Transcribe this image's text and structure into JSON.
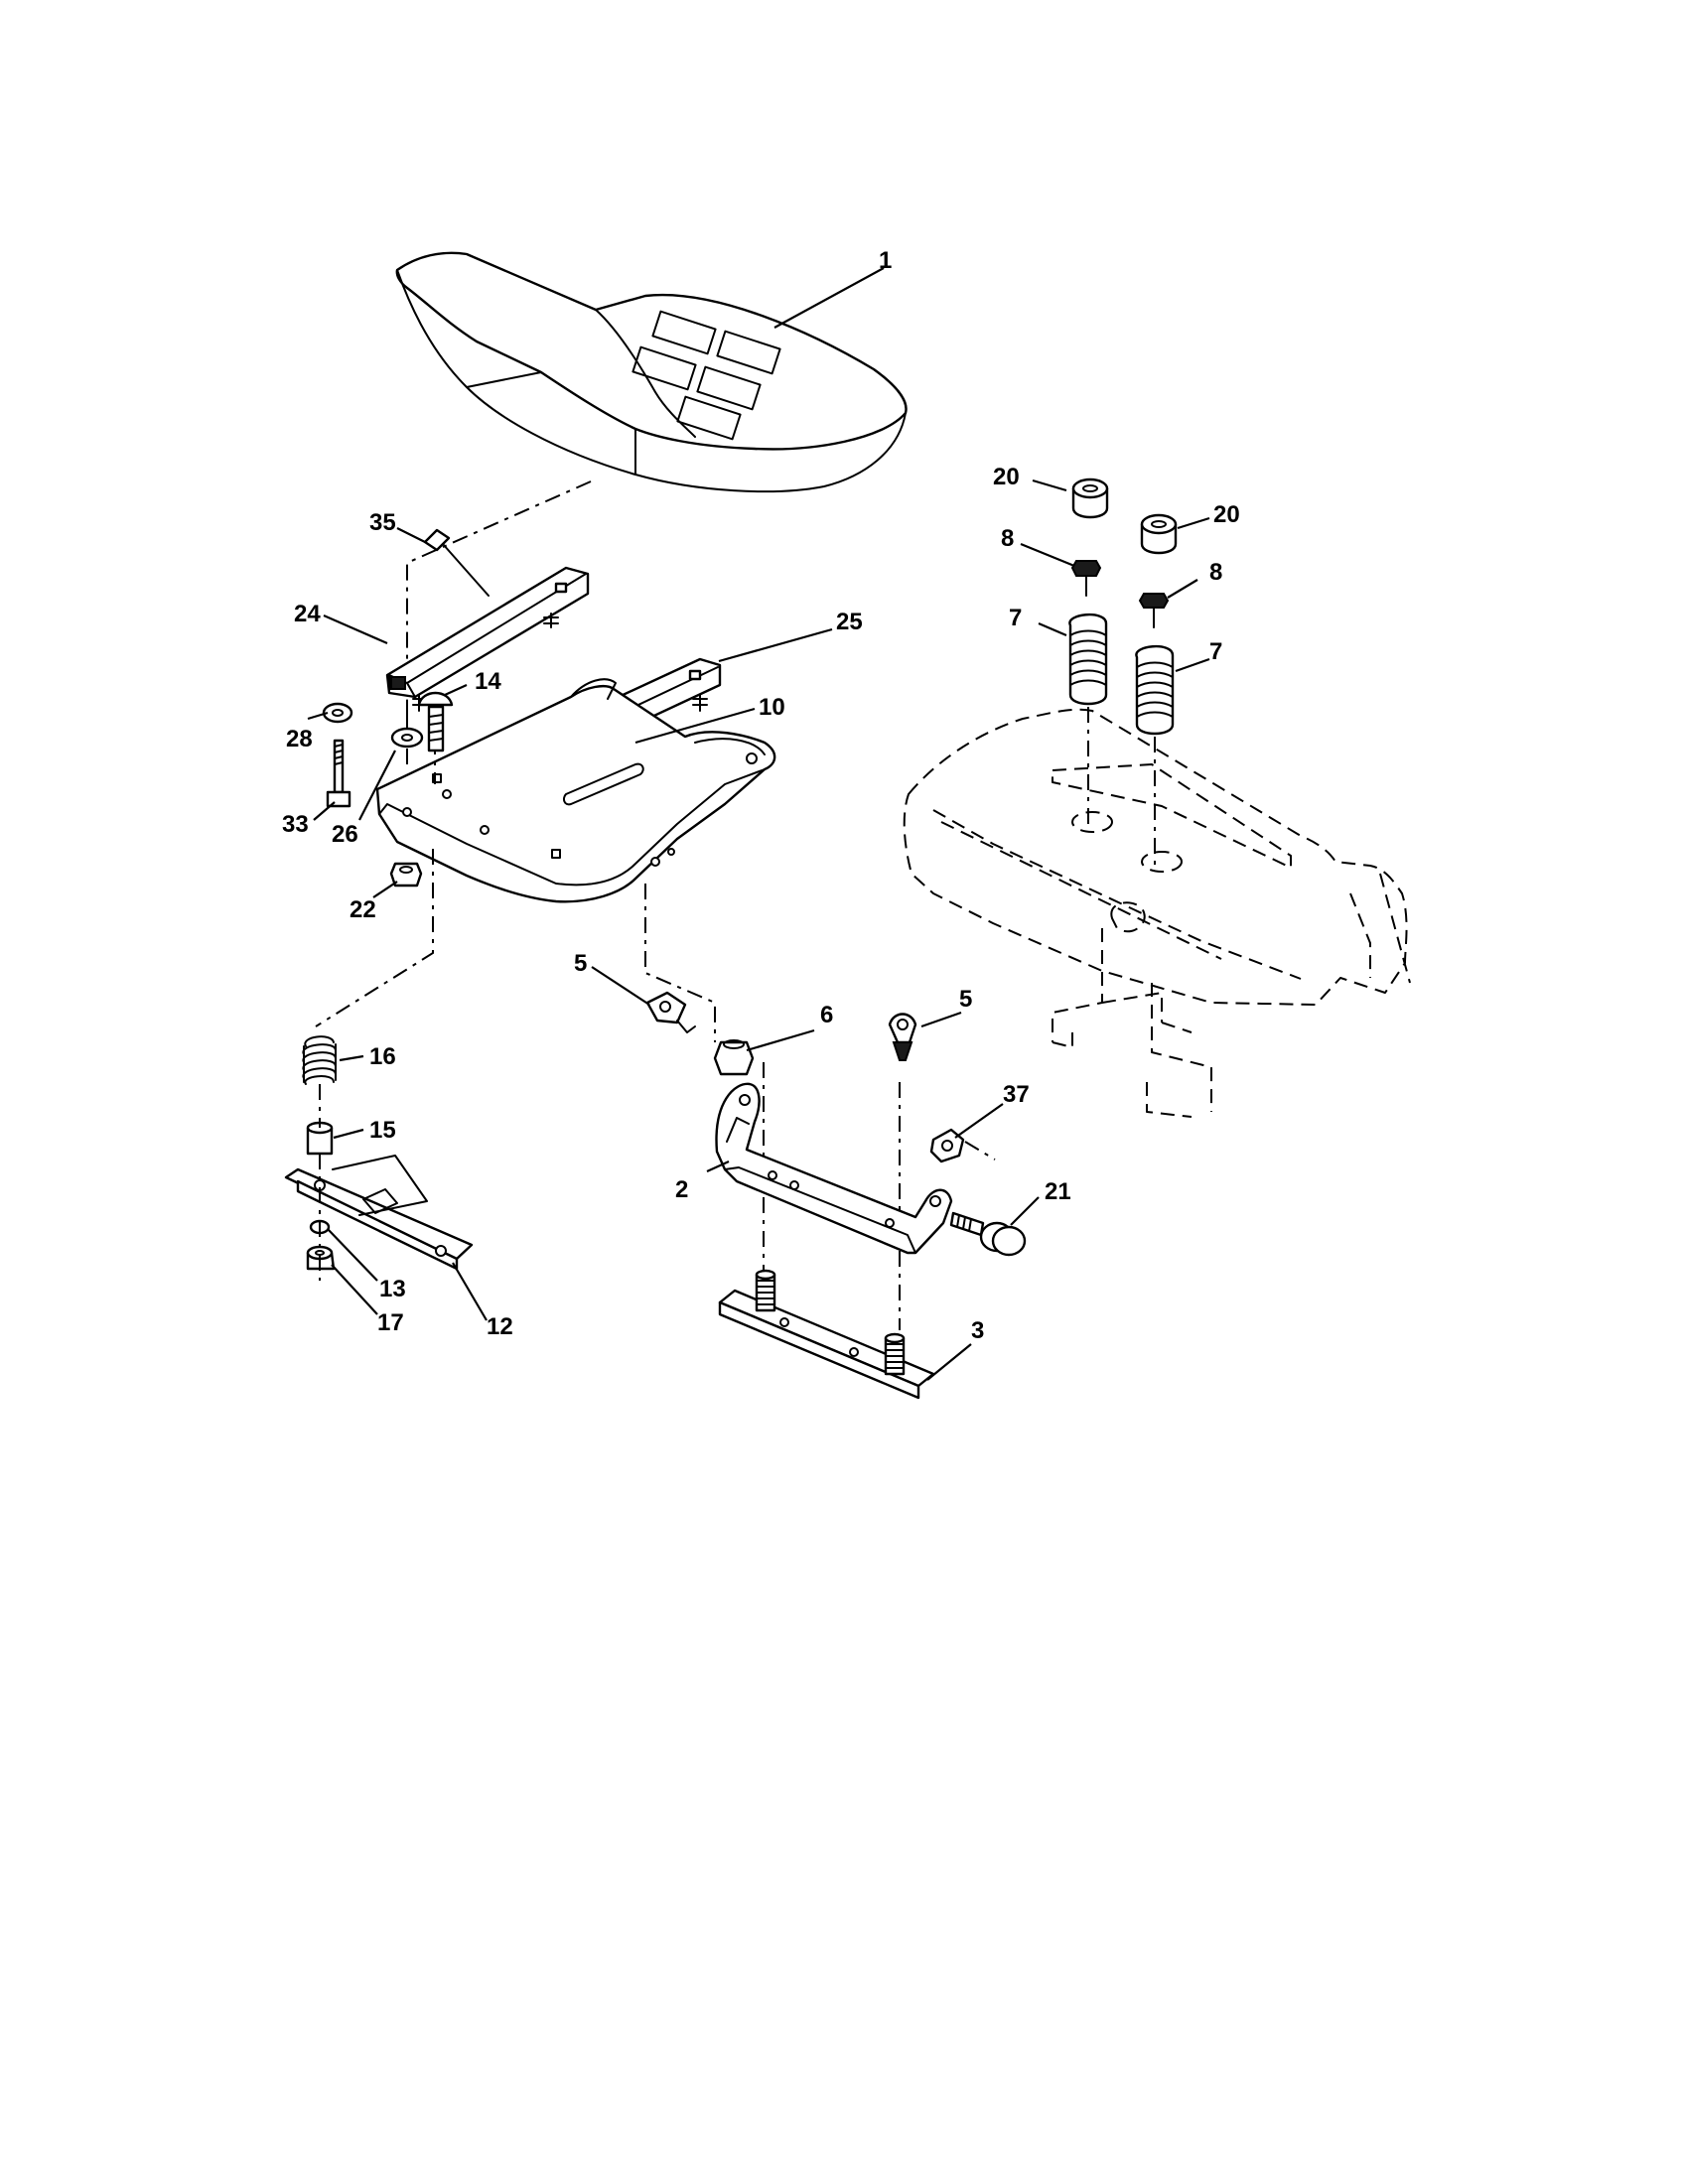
{
  "diagram": {
    "callouts": [
      {
        "id": "c1",
        "label": "1"
      },
      {
        "id": "c2",
        "label": "2"
      },
      {
        "id": "c3",
        "label": "3"
      },
      {
        "id": "c5a",
        "label": "5"
      },
      {
        "id": "c5b",
        "label": "5"
      },
      {
        "id": "c6",
        "label": "6"
      },
      {
        "id": "c7a",
        "label": "7"
      },
      {
        "id": "c7b",
        "label": "7"
      },
      {
        "id": "c8a",
        "label": "8"
      },
      {
        "id": "c8b",
        "label": "8"
      },
      {
        "id": "c10",
        "label": "10"
      },
      {
        "id": "c12",
        "label": "12"
      },
      {
        "id": "c13",
        "label": "13"
      },
      {
        "id": "c14",
        "label": "14"
      },
      {
        "id": "c15",
        "label": "15"
      },
      {
        "id": "c16",
        "label": "16"
      },
      {
        "id": "c17",
        "label": "17"
      },
      {
        "id": "c20a",
        "label": "20"
      },
      {
        "id": "c20b",
        "label": "20"
      },
      {
        "id": "c21",
        "label": "21"
      },
      {
        "id": "c22",
        "label": "22"
      },
      {
        "id": "c24",
        "label": "24"
      },
      {
        "id": "c25",
        "label": "25"
      },
      {
        "id": "c26",
        "label": "26"
      },
      {
        "id": "c28",
        "label": "28"
      },
      {
        "id": "c33",
        "label": "33"
      },
      {
        "id": "c35",
        "label": "35"
      },
      {
        "id": "c37",
        "label": "37"
      }
    ]
  }
}
